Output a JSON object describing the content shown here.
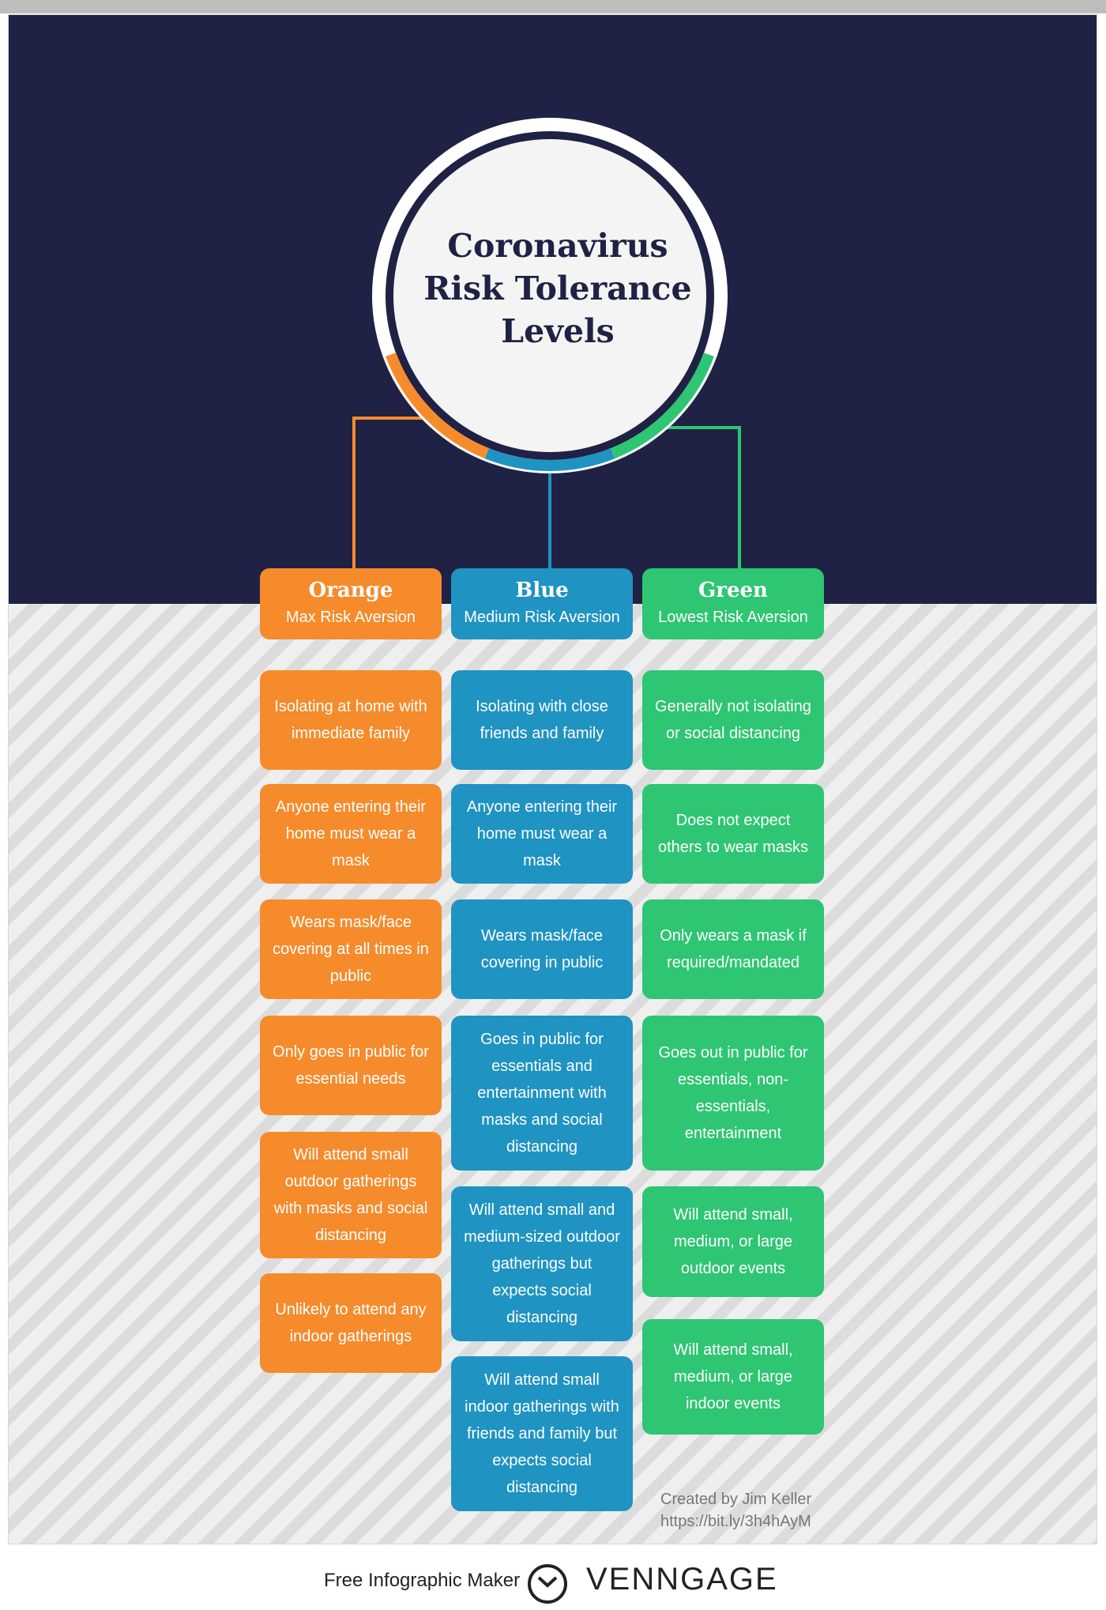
{
  "title": "Coronavirus Risk Tolerance Levels",
  "colors": {
    "navy": "#1f2244",
    "orange": "#f68b2c",
    "blue": "#1f93c2",
    "green": "#2ec573"
  },
  "levels": [
    {
      "name": "Orange",
      "subtitle": "Max Risk Aversion",
      "items": [
        "Isolating at home with immediate family",
        "Anyone entering their home must wear a mask",
        "Wears mask/face covering at all times in public",
        "Only goes in public for essential needs",
        "Will attend small outdoor gatherings with masks and social distancing",
        "Unlikely to attend any indoor gatherings"
      ]
    },
    {
      "name": "Blue",
      "subtitle": "Medium Risk Aversion",
      "items": [
        "Isolating with close friends and family",
        "Anyone entering their home must wear a mask",
        "Wears mask/face covering in public",
        "Goes in public for essentials and entertainment with masks and social distancing",
        "Will attend small and medium-sized outdoor gatherings but expects social distancing",
        "Will attend small indoor gatherings with friends and family but expects social distancing"
      ]
    },
    {
      "name": "Green",
      "subtitle": "Lowest Risk Aversion",
      "items": [
        "Generally not isolating or social distancing",
        "Does not expect others to wear masks",
        "Only wears a mask if required/mandated",
        "Goes out in public for essentials, non-essentials, entertainment",
        "Will attend small, medium, or large outdoor events",
        "Will attend small, medium, or large indoor events"
      ]
    }
  ],
  "credit": {
    "line1": "Created by Jim Keller",
    "line2": "https://bit.ly/3h4hAyM"
  },
  "footer": {
    "tagline": "Free Infographic Maker",
    "brand": "VENNGAGE",
    "logo_icon": "venngage-logo-icon"
  }
}
